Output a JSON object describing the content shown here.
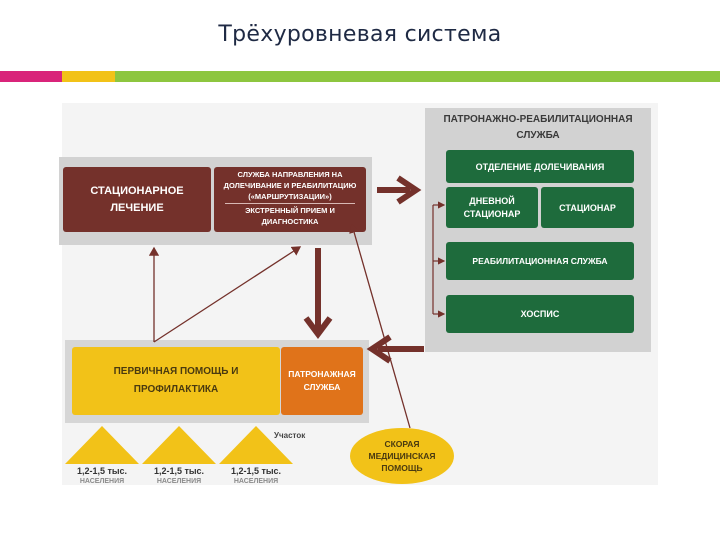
{
  "title": "Трёхуровневая система",
  "colors": {
    "maroon": "#74312b",
    "green": "#1e6b3c",
    "yellow": "#f2c218",
    "orange": "#e0731a",
    "stripe_pink": "#d9247a",
    "stripe_yellow": "#f2c218",
    "stripe_green": "#8dc63f"
  },
  "patronage": {
    "title_line1": "ПАТРОНАЖНО-РЕАБИЛИТАЦИОННАЯ",
    "title_line2": "СЛУЖБА",
    "dolechivanie": "ОТДЕЛЕНИЕ ДОЛЕЧИВАНИЯ",
    "day_line1": "ДНЕВНОЙ",
    "day_line2": "СТАЦИОНАР",
    "stacionar": "СТАЦИОНАР",
    "rehab": "РЕАБИЛИТАЦИОННАЯ СЛУЖБА",
    "hospice": "ХОСПИС"
  },
  "hospital": {
    "main_line1": "СТАЦИОНАРНОЕ",
    "main_line2": "ЛЕЧЕНИЕ",
    "routing_line1": "СЛУЖБА НАПРАВЛЕНИЯ НА",
    "routing_line2": "ДОЛЕЧИВАНИЕ И РЕАБИЛИТАЦИЮ",
    "routing_line3": "(«МАРШРУТИЗАЦИИ»)",
    "emergency_line1": "ЭКСТРЕННЫЙ ПРИЕМ И",
    "emergency_line2": "ДИАГНОСТИКА"
  },
  "primary": {
    "line1": "ПЕРВИЧНАЯ ПОМОЩЬ И",
    "line2": "ПРОФИЛАКТИКА",
    "patronage_line1": "ПАТРОНАЖНАЯ",
    "patronage_line2": "СЛУЖБА"
  },
  "area_label": "Участок",
  "population": [
    {
      "value": "1,2-1,5 тыс.",
      "unit": "НАСЕЛЕНИЯ"
    },
    {
      "value": "1,2-1,5 тыс.",
      "unit": "НАСЕЛЕНИЯ"
    },
    {
      "value": "1,2-1,5 тыс.",
      "unit": "НАСЕЛЕНИЯ"
    }
  ],
  "ambulance": {
    "line1": "СКОРАЯ",
    "line2": "МЕДИЦИНСКАЯ",
    "line3": "ПОМОЩЬ"
  }
}
